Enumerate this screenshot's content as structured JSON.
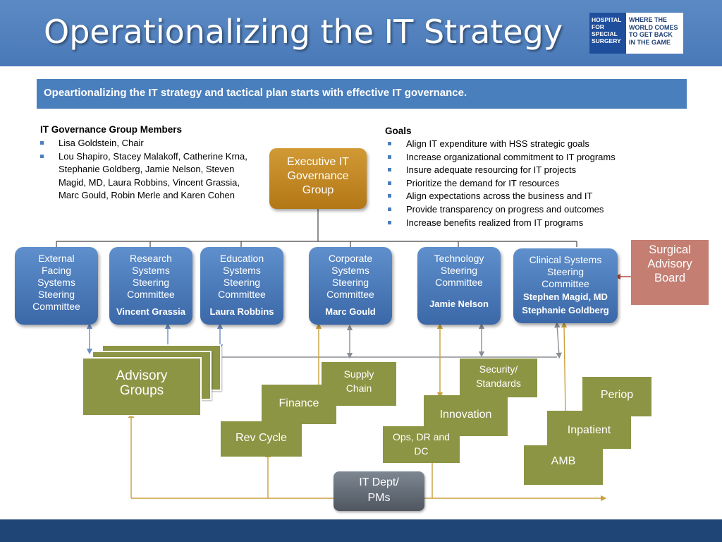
{
  "header": {
    "title": "Operationalizing the IT Strategy",
    "logo": {
      "left": "HOSPITAL\nFOR\nSPECIAL\nSURGERY",
      "right": "WHERE THE\nWORLD COMES\nTO GET BACK\nIN THE GAME"
    }
  },
  "banner": "Opeartionalizing the IT strategy and tactical plan starts with effective IT governance.",
  "governance": {
    "title": "IT Governance Group Members",
    "items": [
      "Lisa Goldstein, Chair",
      "Lou Shapiro, Stacey Malakoff, Catherine Krna,\nStephanie Goldberg, Jamie Nelson, Steven\nMagid, MD, Laura Robbins, Vincent Grassia,\nMarc Gould, Robin Merle and Karen Cohen"
    ]
  },
  "goals": {
    "title": "Goals",
    "items": [
      "Align IT expenditure with HSS strategic goals",
      "Increase organizational commitment to IT programs",
      "Insure adequate resourcing for IT projects",
      "Prioritize the demand for IT resources",
      "Align expectations across the business and IT",
      "Provide transparency on progress and outcomes",
      "Increase benefits realized from IT programs"
    ]
  },
  "executive": "Executive IT\nGovernance\nGroup",
  "committees": [
    {
      "title": "External\nFacing\nSystems\nSteering\nCommittee",
      "chair": ""
    },
    {
      "title": "Research\nSystems\nSteering\nCommittee",
      "chair": "Vincent Grassia"
    },
    {
      "title": "Education\nSystems\nSteering\nCommittee",
      "chair": "Laura Robbins"
    },
    {
      "title": "Corporate\nSystems\nSteering\nCommittee",
      "chair": "Marc Gould"
    },
    {
      "title": "Technology\nSteering\nCommittee",
      "chair": "Jamie Nelson"
    },
    {
      "title": "Clinical Systems\nSteering\nCommittee",
      "chair": "Stephen Magid, MD\nStephanie Goldberg"
    }
  ],
  "surgical_board": "Surgical\nAdvisory\nBoard",
  "advisory_groups": "Advisory\nGroups",
  "groups": {
    "supply_chain": "Supply\nChain",
    "finance": "Finance",
    "rev_cycle": "Rev Cycle",
    "security": "Security/\nStandards",
    "innovation": "Innovation",
    "ops": "Ops, DR and\nDC",
    "periop": "Periop",
    "inpatient": "Inpatient",
    "amb": "AMB"
  },
  "it_dept": "IT Dept/\nPMs",
  "colors": {
    "header_blue": "#4a79b8",
    "committee_blue": "#3b68a8",
    "executive_gold": "#b37716",
    "group_olive": "#8c9544",
    "surgical_rose": "#c47e72",
    "it_gray": "#5a616b",
    "footer_navy": "#1f4577",
    "arrow_gold": "#c9a03c",
    "arrow_blue": "#6a8fc4"
  }
}
